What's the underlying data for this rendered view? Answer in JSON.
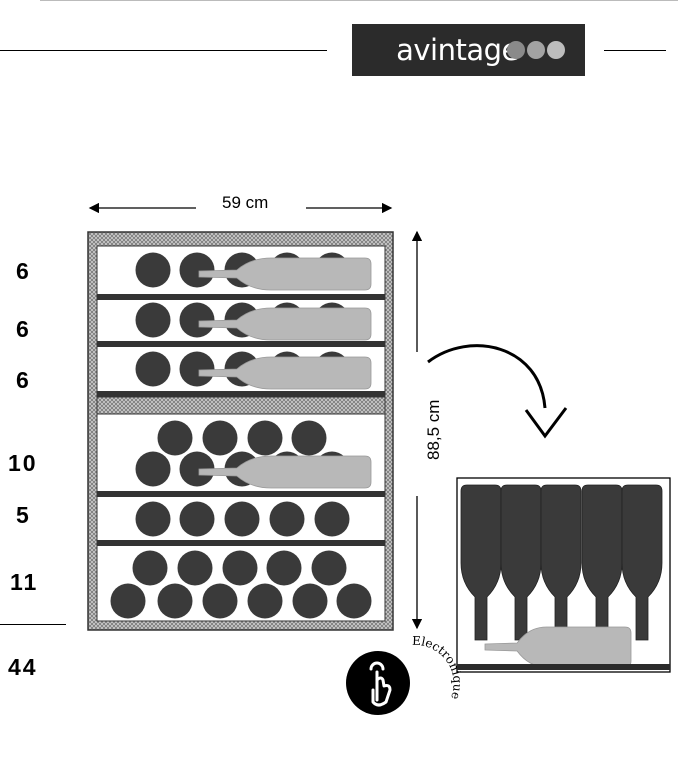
{
  "brand": {
    "name": "avintage",
    "dots": [
      "#8a8a8a",
      "#a3a3a3",
      "#bdbdbd"
    ]
  },
  "dimensions": {
    "width": "59 cm",
    "height": "88,5 cm"
  },
  "shelves": [
    {
      "count": "6",
      "layout": "lying"
    },
    {
      "count": "6",
      "layout": "lying"
    },
    {
      "count": "6",
      "layout": "lying"
    },
    {
      "count": "10",
      "layout": "stacked"
    },
    {
      "count": "5",
      "layout": "lying"
    },
    {
      "count": "11",
      "layout": "stacked"
    }
  ],
  "total": {
    "count": "44"
  },
  "control": {
    "type": "Electronique",
    "icon": "touch-hand-icon"
  },
  "colors": {
    "bottle_dark": "#3a3a3a",
    "bottle_light": "#b8b8b8",
    "frame": "#333333"
  }
}
